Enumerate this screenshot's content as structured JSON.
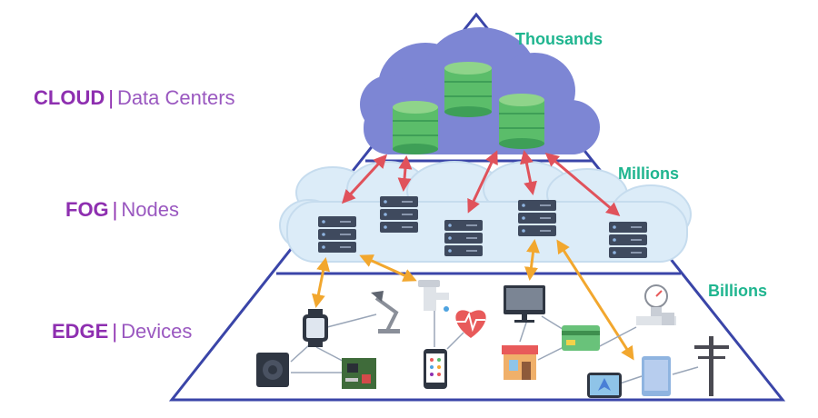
{
  "layers": {
    "cloud": {
      "tier": "CLOUD",
      "separator": "|",
      "description": "Data Centers",
      "count": "Thousands"
    },
    "fog": {
      "tier": "FOG",
      "separator": "|",
      "description": "Nodes",
      "count": "Millions"
    },
    "edge": {
      "tier": "EDGE",
      "separator": "|",
      "description": "Devices",
      "count": "Billions"
    }
  },
  "colors": {
    "pyramid_outline": "#3a45a8",
    "layer_text": "#8e2fb0",
    "count_text": "#1fb58f",
    "cloud_fill": "#7d86d4",
    "fog_fill": "#dcecf8",
    "database_green": "#5bbd6a",
    "server_dark": "#3f4a5e",
    "cloud_fog_arrow": "#e0525b",
    "fog_edge_arrow": "#f2a72e"
  },
  "icons": [
    "database-icon",
    "server-icon",
    "smartwatch-icon",
    "desk-lamp-icon",
    "faucet-icon",
    "heart-rate-icon",
    "monitor-icon",
    "credit-card-icon",
    "speaker-icon",
    "circuit-board-icon",
    "smartphone-icon",
    "storefront-icon",
    "pressure-gauge-icon",
    "tablet-icon",
    "power-pole-icon",
    "gps-device-icon"
  ]
}
